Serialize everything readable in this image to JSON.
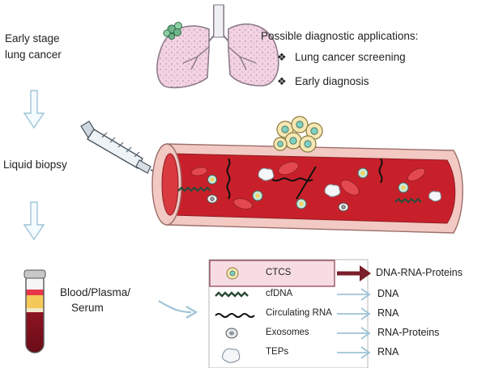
{
  "flow": {
    "stage1": {
      "line1": "Early stage",
      "line2": "lung cancer"
    },
    "stage2": "Liquid biopsy",
    "stage3": {
      "line1": "Blood/Plasma/",
      "line2": "Serum"
    }
  },
  "applications": {
    "title": "Possible diagnostic applications:",
    "items": [
      {
        "bullet": "❖",
        "label": "Lung cancer screening"
      },
      {
        "bullet": "❖",
        "label": "Early diagnosis"
      }
    ]
  },
  "legend": [
    {
      "name": "CTCS",
      "result": "DNA-RNA-Proteins",
      "highlight": true,
      "icon": "ctc-cell-icon"
    },
    {
      "name": "cfDNA",
      "result": "DNA",
      "highlight": false,
      "icon": "cfdna-strand-icon"
    },
    {
      "name": "Circulating RNA",
      "result": "RNA",
      "highlight": false,
      "icon": "rna-strand-icon"
    },
    {
      "name": "Exosomes",
      "result": "RNA-Proteins",
      "highlight": false,
      "icon": "exosome-icon"
    },
    {
      "name": "TEPs",
      "result": "RNA",
      "highlight": false,
      "icon": "platelet-icon"
    }
  ],
  "colors": {
    "vessel_outer": "#f2c9c3",
    "vessel_blood": "#c8202a",
    "lung_fill": "#f3d3e3",
    "lung_stroke": "#8a7a8a",
    "arrow_blue": "#9ec3d6",
    "arrow_highlight": "#7a1e2a",
    "legend_highlight_bg": "#f7dde3"
  }
}
